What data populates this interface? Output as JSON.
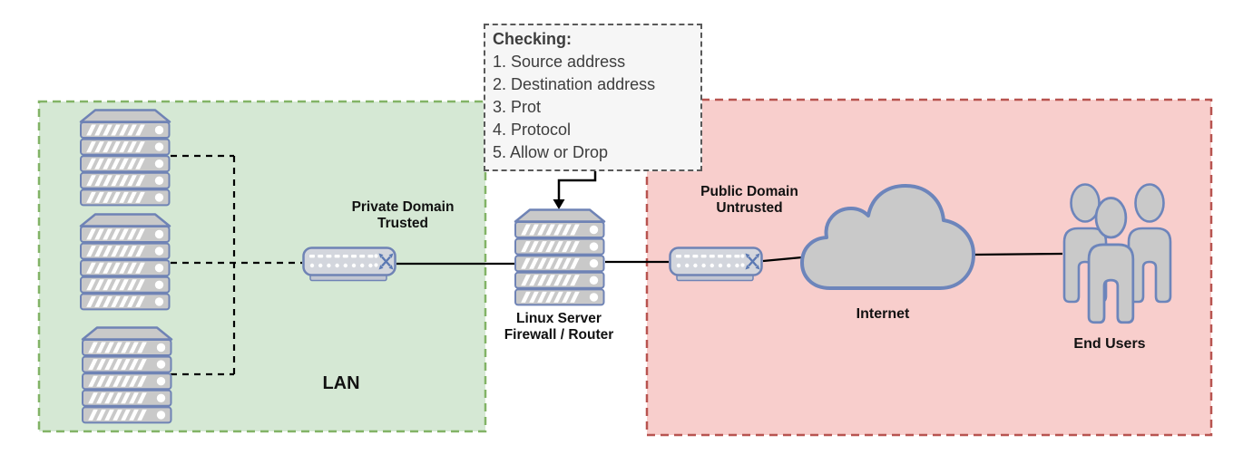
{
  "checking_box": {
    "title": "Checking:",
    "items": [
      "1. Source address",
      "2. Destination address",
      "3. Prot",
      "4. Protocol",
      "5. Allow or Drop"
    ]
  },
  "labels": {
    "lan": "LAN",
    "private_domain": {
      "line1": "Private Domain",
      "line2": "Trusted"
    },
    "firewall": {
      "line1": "Linux Server",
      "line2": "Firewall / Router"
    },
    "public_domain": {
      "line1": "Public Domain",
      "line2": "Untrusted"
    },
    "internet": "Internet",
    "end_users": "End Users"
  },
  "colors": {
    "lan_zone_fill": "#d5e8d4",
    "lan_zone_border": "#82b366",
    "public_zone_fill": "#f8cecc",
    "public_zone_border": "#b85450",
    "device_fill": "#c9c9c9",
    "device_border": "#6f83b5",
    "switch_fill": "#d3d6dd",
    "arrow_icon_blue": "#5b79b3",
    "note_fill": "#f6f6f6",
    "note_border": "#595959",
    "connector": "#000000"
  }
}
